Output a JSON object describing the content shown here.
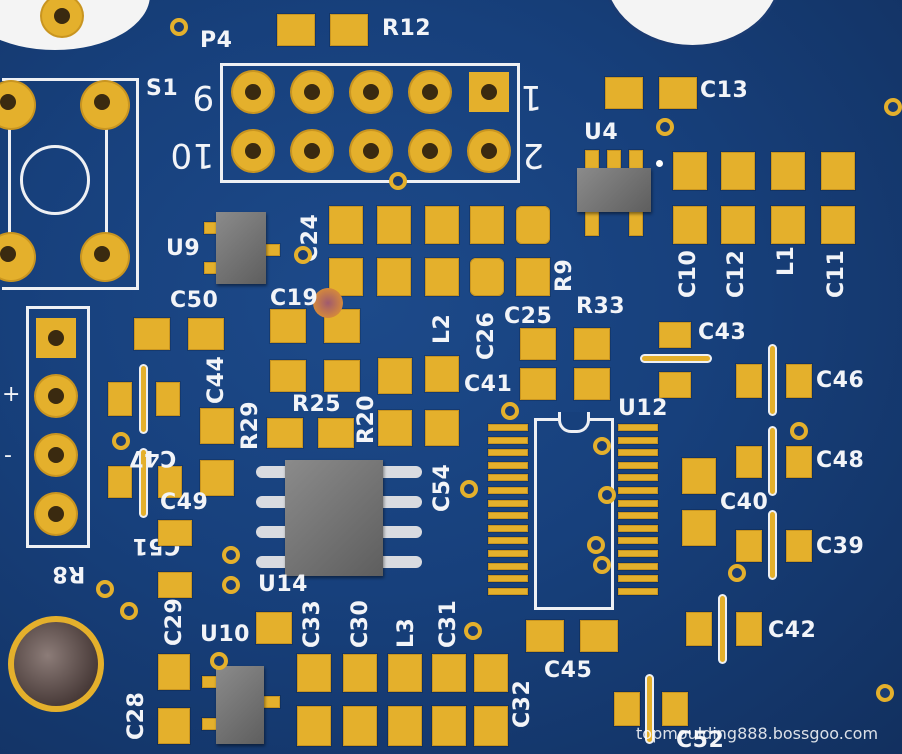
{
  "labels": {
    "p4": "P4",
    "r12": "R12",
    "s1": "S1",
    "pin9": "9",
    "pin1": "1",
    "pin10": "10",
    "pin2": "2",
    "c13": "C13",
    "u4": "U4",
    "c10": "C10",
    "c12": "C12",
    "l1": "L1",
    "c11": "C11",
    "u9": "U9",
    "c24": "C24",
    "c19": "C19",
    "r9": "R9",
    "c50": "C50",
    "l2": "L2",
    "c26": "C26",
    "c25": "C25",
    "r33": "R33",
    "c43": "C43",
    "c46": "C46",
    "c44": "C44",
    "plus": "+",
    "minus": "-",
    "r29": "R29",
    "r25": "R25",
    "r20": "R20",
    "c41": "C41",
    "u12": "U12",
    "c47": "C47",
    "c48": "C48",
    "c54": "C54",
    "c49": "C49",
    "c40": "C40",
    "c51": "C51",
    "c39": "C39",
    "r8": "R8",
    "u14": "U14",
    "c29": "C29",
    "u10": "U10",
    "c33": "C33",
    "c30": "C30",
    "l3": "L3",
    "c31": "C31",
    "c42": "C42",
    "c45": "C45",
    "c28": "C28",
    "c32": "C32",
    "c52": "C52"
  },
  "watermark": "topmoulding888.bossgoo.com",
  "colors": {
    "board": "#17407c",
    "copper": "#e4b02c",
    "silkscreen": "#eef0f4",
    "chip": "#6b6b6b"
  }
}
